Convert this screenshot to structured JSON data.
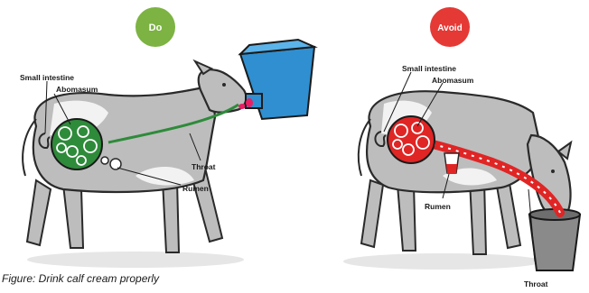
{
  "do_panel": {
    "badge": "Do",
    "badge_color": "#7cb342",
    "flow_color": "#2e8b3a",
    "labels": {
      "small_intestine": "Small intestine",
      "abomasum": "Abomasum",
      "throat": "Throat",
      "rumen": "Rumen"
    }
  },
  "avoid_panel": {
    "badge": "Avoid",
    "badge_color": "#e53935",
    "flow_color": "#e02525",
    "labels": {
      "small_intestine": "Small intestine",
      "abomasum": "Abomasum",
      "rumen": "Rumen",
      "throat": "Throat"
    }
  },
  "caption": "Figure: Drink calf cream properly",
  "colors": {
    "body": "#bdbdbd",
    "patch": "#f2f2f2",
    "outline": "#2a2a2a",
    "bucket_blue": "#2f8fd0",
    "bucket_grey": "#8a8a8a"
  }
}
